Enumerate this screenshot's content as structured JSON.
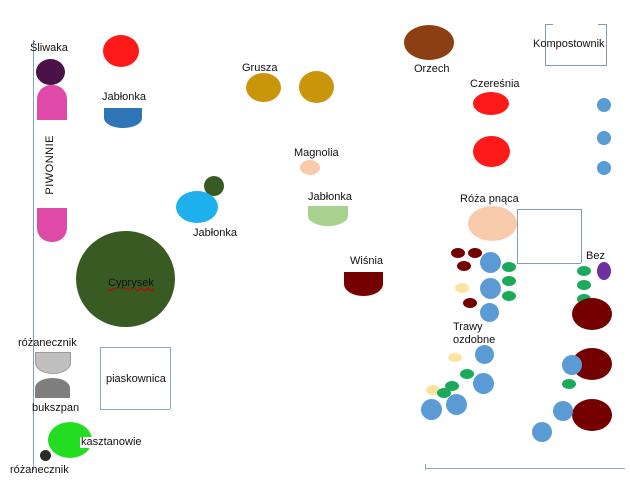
{
  "labels": {
    "sliwka": "Śliwaka",
    "piwonie": "PIWONNIE",
    "jablonka_top": "Jabłonka",
    "jablonka_left": "Jabłonka",
    "jablonka_mid": "Jabłonka",
    "grusza": "Grusza",
    "magnolia": "Magnolia",
    "orzech": "Orzech",
    "czeresnia": "Czereśnia",
    "kompostownik": "Kompostownik",
    "roza": "Róża pnąca",
    "bez": "Bez",
    "wisnia": "Wiśnia",
    "cyprysek": "Cyprysek",
    "trawy": "Trawy",
    "ozdobne": "ozdobne",
    "rozanecznik_top": "różanecznik",
    "piaskownica": "piaskownica",
    "bukszpan": "bukszpan",
    "kasztanowie": "kasztanowie",
    "rozanecznik_bottom": "różanecznik"
  },
  "colors": {
    "red": "#ff1a1a",
    "blue_dark": "#2e75b6",
    "blue_light": "#5b9bd5",
    "sky": "#1fb0ee",
    "mustard": "#c9950a",
    "brown": "#8b3f12",
    "maroon": "#750000",
    "dark_green": "#3a5a24",
    "green": "#1aaa5a",
    "lime": "#22dd22",
    "light_green": "#a9d18e",
    "peach": "#f8cbad",
    "pale_yellow": "#fce4a0",
    "purple": "#4a1248",
    "magenta": "#e04aa8",
    "grey": "#7f7f7f",
    "light_grey": "#bfbfbf",
    "violet": "#7030a0"
  }
}
